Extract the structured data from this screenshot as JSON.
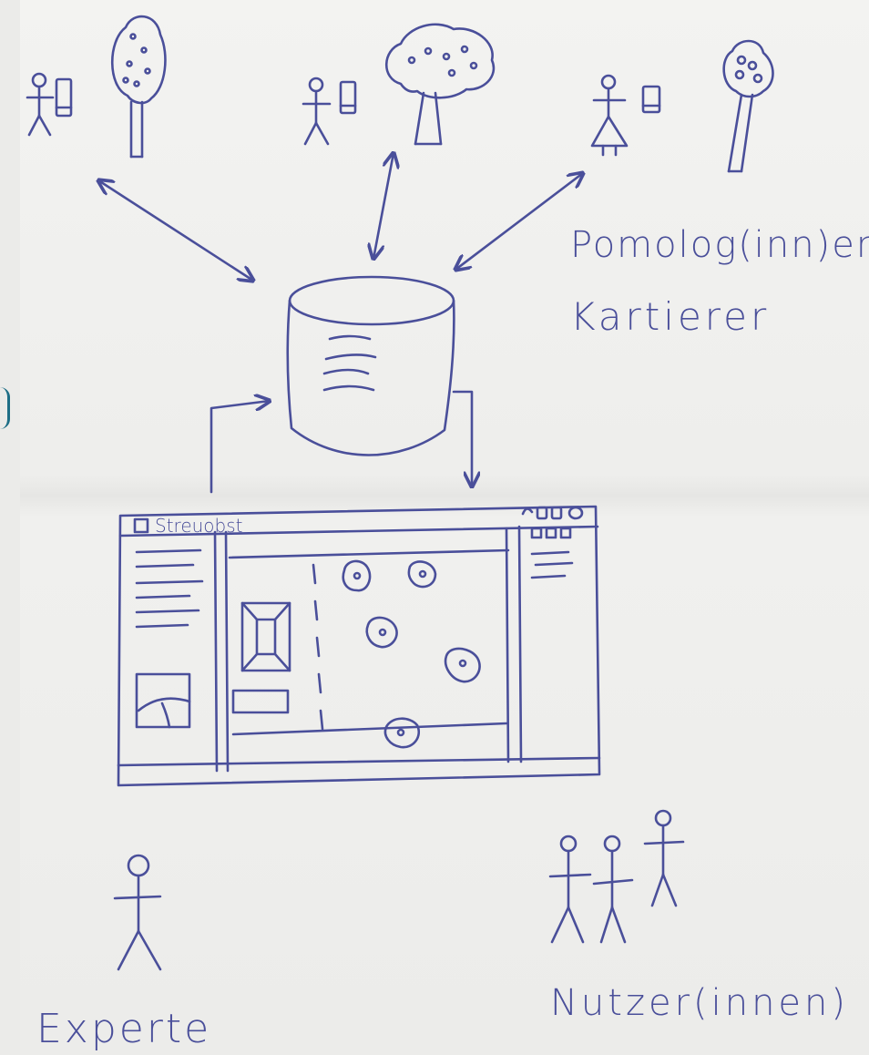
{
  "labels": {
    "mappers_line1": "Pomolog(inn)en",
    "mappers_line2": "Kartierer",
    "expert": "Experte",
    "users": "Nutzer(innen)"
  },
  "app_window": {
    "title": "Streuobst"
  },
  "colors": {
    "ink": "#4a4f9a",
    "paper": "#f0f0ee",
    "edge_mark": "#1e6e86"
  },
  "icons": [
    "person-with-phone-icon",
    "tree-icon",
    "database-icon",
    "app-window-icon",
    "expert-figure-icon",
    "users-group-icon"
  ]
}
